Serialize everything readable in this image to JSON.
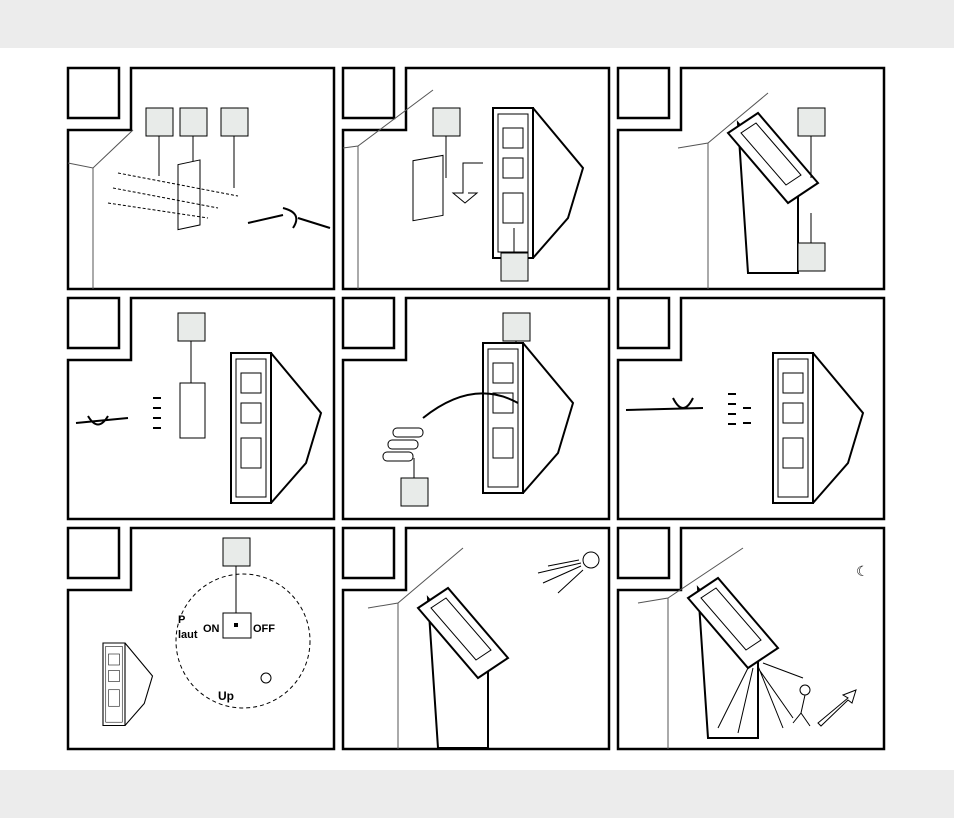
{
  "panels": [
    {
      "step": "wall-mounting"
    },
    {
      "step": "attach-bracket"
    },
    {
      "step": "mounted-light"
    },
    {
      "step": "remove-back-plate"
    },
    {
      "step": "insert-batteries"
    },
    {
      "step": "refit-back-plate"
    },
    {
      "step": "power-switch"
    },
    {
      "step": "daylight-charging"
    },
    {
      "step": "night-motion"
    }
  ],
  "switch": {
    "on": "ON",
    "off": "OFF",
    "up": "Up",
    "laut": "laut",
    "p": "P"
  },
  "colors": {
    "band": "#ececec",
    "callout": "#e8ebe9",
    "line": "#000000"
  }
}
